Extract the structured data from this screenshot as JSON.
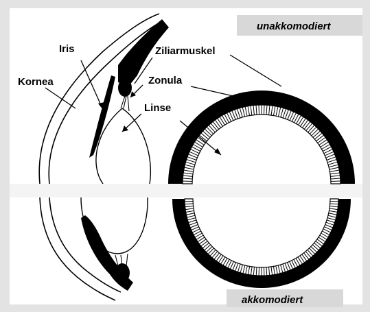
{
  "labels": {
    "iris": "Iris",
    "kornea": "Kornea",
    "ziliarmuskel": "Ziliarmuskel",
    "zonula": "Zonula",
    "linse": "Linse",
    "unakkomodiert": "unakkomodiert",
    "akkomodiert": "akkomodiert"
  },
  "colors": {
    "background": "#e3e3e3",
    "panel": "#ffffff",
    "ink": "#000000",
    "state_badge": "#d8d8d8"
  }
}
